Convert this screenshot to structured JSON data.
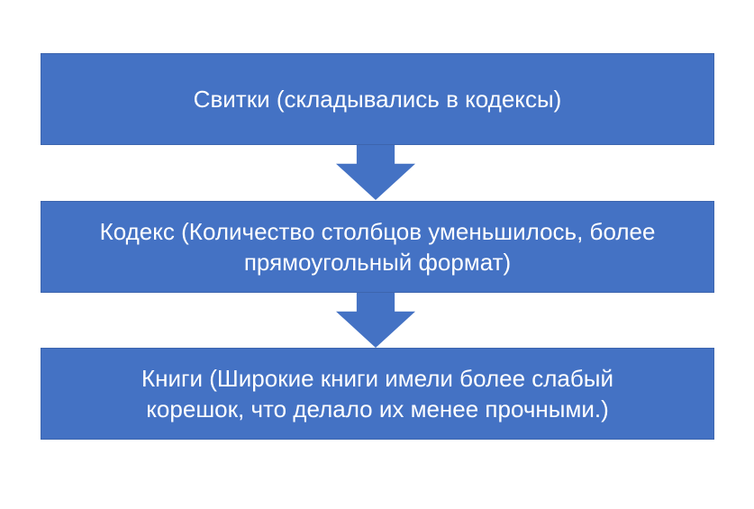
{
  "diagram": {
    "type": "flow",
    "direction": "top-down",
    "background_color": "#ffffff",
    "box_fill_color": "#4472c4",
    "box_border_color": "#3d65ae",
    "arrow_color": "#4472c4",
    "text_color": "#ffffff",
    "boxes": [
      {
        "text": "Свитки (складывались в кодексы)",
        "lines": {
          "0": "Свитки (складывались в кодексы)"
        }
      },
      {
        "text": "Кодекс (Количество столбцов уменьшилось, более прямоугольный формат)",
        "lines": {
          "0": "Кодекс (Количество столбцов уменьшилось, более",
          "1": "прямоугольный формат)"
        }
      },
      {
        "text": "Книги (Широкие книги имели более слабый корешок, что делало их менее прочными.)",
        "lines": {
          "0": "Книги (Широкие книги имели более слабый",
          "1": "корешок, что делало их менее прочными.)"
        }
      }
    ],
    "arrows": [
      {
        "icon": "down-arrow-icon"
      },
      {
        "icon": "down-arrow-icon"
      }
    ]
  }
}
